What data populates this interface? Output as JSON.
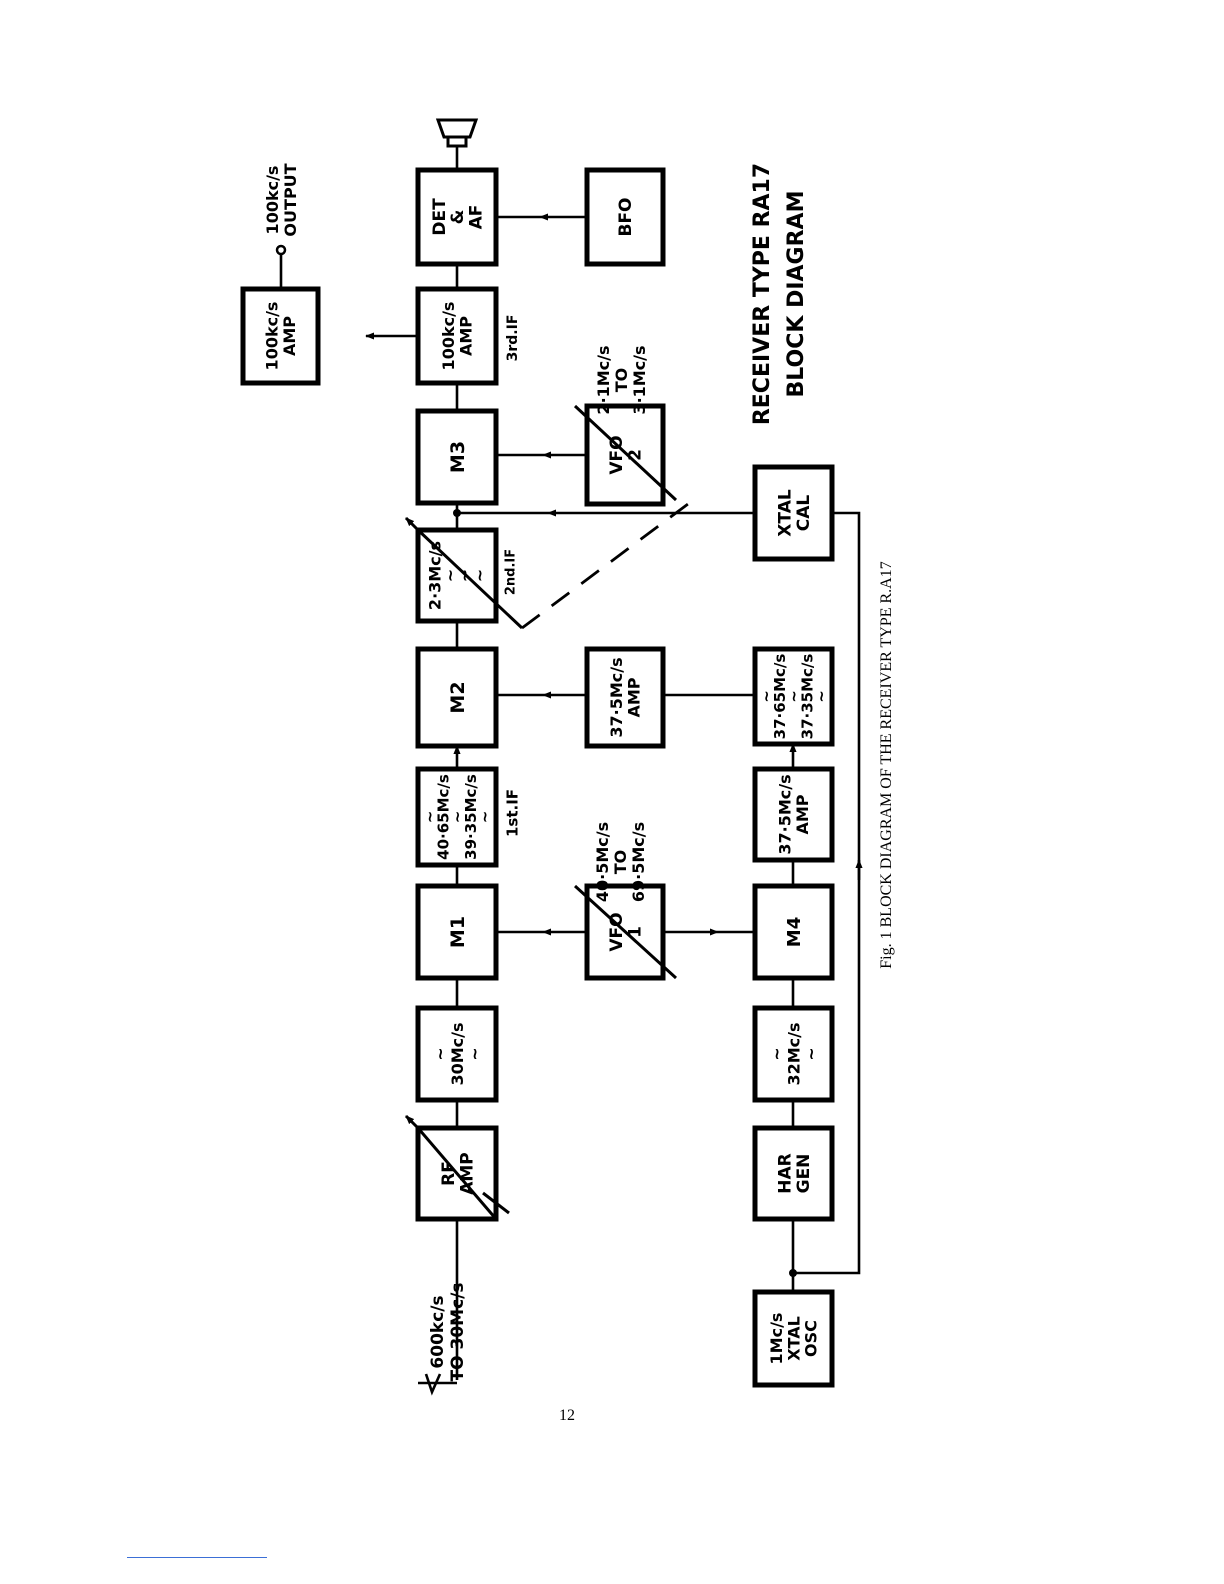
{
  "diagram": {
    "title": [
      "RECEIVER TYPE RA17",
      "BLOCK DIAGRAM"
    ],
    "caption": "Fig. 1 BLOCK DIAGRAM OF THE RECEIVER TYPE R.A17",
    "page_number": "12",
    "input_label": [
      "600kc/s",
      "TO 30Mc/s"
    ],
    "output_label": [
      "100kc/s",
      "OUTPUT"
    ],
    "blocks": {
      "rf_amp": [
        "RF",
        "AMP"
      ],
      "filter_30": [
        "~",
        "30Mc/s",
        "~"
      ],
      "m1": [
        "M1"
      ],
      "if1": [
        "~",
        "40·65Mc/s",
        "~",
        "39·35Mc/s",
        "~"
      ],
      "m2": [
        "M2"
      ],
      "if2": [
        "2·3Mc/s",
        "~",
        "~",
        "~"
      ],
      "m3": [
        "M3"
      ],
      "amp_100_if": [
        "100kc/s",
        "AMP"
      ],
      "det_af": [
        "DET",
        "&",
        "AF"
      ],
      "amp_100_out": [
        "100kc/s",
        "AMP"
      ],
      "bfo": [
        "BFO"
      ],
      "vfo1": [
        "VFO",
        "1"
      ],
      "amp_375": [
        "37·5Mc/s",
        "AMP"
      ],
      "vfo2": [
        "VFO",
        "2"
      ],
      "xtal_cal": [
        "XTAL",
        "CAL"
      ],
      "xtal_osc": [
        "1Mc/s",
        "XTAL",
        "OSC"
      ],
      "har_gen": [
        "HAR",
        "GEN"
      ],
      "filter_32": [
        "~",
        "32Mc/s",
        "~"
      ],
      "m4": [
        "M4"
      ],
      "amp_375b": [
        "37·5Mc/s",
        "AMP"
      ],
      "filter_3765": [
        "~",
        "37·65Mc/s",
        "~",
        "37·35Mc/s",
        "~"
      ]
    },
    "stage_labels": {
      "if1": "1st.IF",
      "if2": "2nd.IF",
      "if3": "3rd.IF"
    },
    "vfo1_range": [
      "40·5Mc/s",
      "TO",
      "69·5Mc/s"
    ],
    "vfo2_range": [
      "2·1Mc/s",
      "TO",
      "3·1Mc/s"
    ]
  }
}
